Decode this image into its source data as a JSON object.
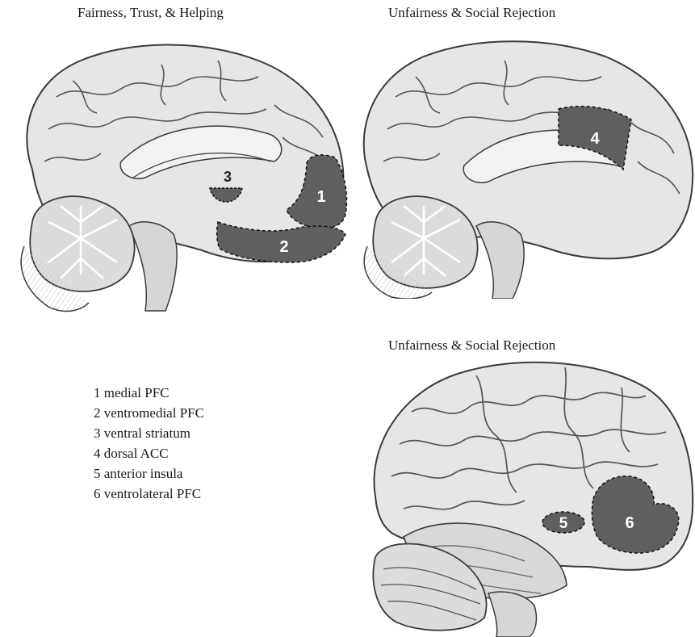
{
  "titles": {
    "left_medial": "Fairness, Trust, & Helping",
    "right_medial": "Unfairness & Social Rejection",
    "lateral": "Unfairness & Social Rejection"
  },
  "regions": {
    "r1": "1",
    "r2": "2",
    "r3": "3",
    "r4": "4",
    "r5": "5",
    "r6": "6"
  },
  "legend": [
    "1 medial PFC",
    "2 ventromedial PFC",
    "3 ventral striatum",
    "4 dorsal ACC",
    "5 anterior insula",
    "6 ventrolateral PFC"
  ],
  "colors": {
    "region_fill": "#5f5f5f",
    "region_label": "#ffffff",
    "brain_fill": "#e4e4e4",
    "brain_line": "#444444"
  }
}
